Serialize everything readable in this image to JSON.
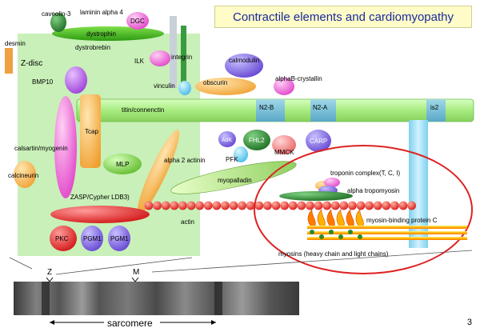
{
  "slide": {
    "title": "Contractile elements and cardiomyopathy",
    "page_number": "3"
  },
  "colors": {
    "zdisc_panel": "#c8f0b8",
    "titin": "#b0f090",
    "actin_bead": "#ee3333",
    "myosin_filament": "#ffaa00",
    "ellipse_outline": "#dd2222",
    "title_bg": "#fffcc8",
    "title_text": "#1a2a9a"
  },
  "labels": {
    "caveolin3": "caveolin-3",
    "laminin_alpha4": "laminin alpha 4",
    "dgc": "DGC",
    "dystrophin": "dystrophin",
    "desmin": "desmin",
    "dystrobrebin": "dystrobrebin",
    "ilk": "ILK",
    "integrin": "integrin",
    "zdisc": "Z-disc",
    "bmp10": "BMP10",
    "calmodulin": "calmodulin",
    "vinculin": "vinculin",
    "obscurin": "obscurin",
    "alphab_crystallin": "alphaB-crystallin",
    "titin": "titin/connenctin",
    "n2b": "N2-B",
    "n2a": "N2-A",
    "is2": "is2",
    "tcap": "Tcap",
    "calsartin": "calsartin/myogenin",
    "adk": "AdK",
    "fhl2": "FHL2",
    "mmck": "MMCK",
    "carp": "CARP",
    "pfk": "PFK",
    "mlp": "MLP",
    "alpha2_actinin": "alpha 2 actinin",
    "calcineurin": "calcineurin",
    "troponin": "troponin complex(T, C, I)",
    "myopalladin": "myopalladin",
    "alpha_tropomyosin": "alpha tropomyosin",
    "zasp": "ZASP/Cypher LDB3)",
    "actin": "actin",
    "mybpc": "myosin-binding protein C",
    "pkc": "PKC",
    "pgm1a": "PGM1",
    "pgm1b": "PGM1",
    "myosins": "myosins (heavy chain and light chains)",
    "z_marker": "Z",
    "m_marker": "M",
    "sarcomere": "sarcomere"
  }
}
